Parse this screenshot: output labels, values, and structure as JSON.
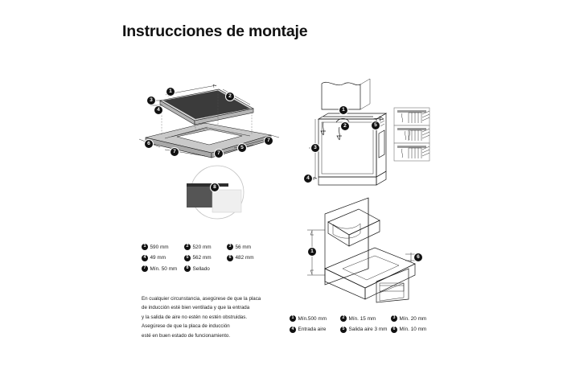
{
  "page": {
    "title": "Instrucciones de montaje",
    "background": "#ffffff",
    "ink": "#1a1a1a"
  },
  "hob_legend": {
    "name": "hob-dimensions-legend",
    "items": [
      {
        "num": "1",
        "label": "590 mm"
      },
      {
        "num": "2",
        "label": "520 mm"
      },
      {
        "num": "3",
        "label": "56 mm"
      },
      {
        "num": "4",
        "label": "49 mm"
      },
      {
        "num": "5",
        "label": "562 mm"
      },
      {
        "num": "6",
        "label": "482 mm"
      },
      {
        "num": "7",
        "label": "Mín. 50 mm"
      },
      {
        "num": "8",
        "label": "Sellado"
      }
    ]
  },
  "oven_legend": {
    "name": "oven-clearance-legend",
    "items": [
      {
        "num": "1",
        "label": "Mín.500 mm"
      },
      {
        "num": "2",
        "label": "Mín. 15 mm"
      },
      {
        "num": "3",
        "label": "Mín. 20 mm"
      },
      {
        "num": "4",
        "label": "Entrada aire"
      },
      {
        "num": "5",
        "label": "Salida aire 3 mm"
      },
      {
        "num": "6",
        "label": "Mín. 10 mm"
      }
    ]
  },
  "note": {
    "lines": [
      "En cualquier circunstancia, asegúrese de que la placa",
      "de inducción esté bien ventilada y que la entrada",
      "y la salida de aire no estén no estén obstruidas.",
      "Asegúrese de que la placa de inducción",
      "esté en buen estado de funcionamiento."
    ]
  },
  "figures": {
    "hob": {
      "name": "hob-exploded-diagram",
      "callouts": [
        "1",
        "2",
        "3",
        "4",
        "5",
        "6",
        "7",
        "7",
        "7"
      ]
    },
    "detail": {
      "name": "sealing-detail-inset",
      "callouts": [
        "8"
      ]
    },
    "oven": {
      "name": "oven-installation-diagram",
      "callouts": [
        "1",
        "2",
        "3",
        "4",
        "5"
      ]
    },
    "cabinet": {
      "name": "cabinet-clearance-diagram",
      "callouts": [
        "1",
        "6"
      ]
    }
  }
}
